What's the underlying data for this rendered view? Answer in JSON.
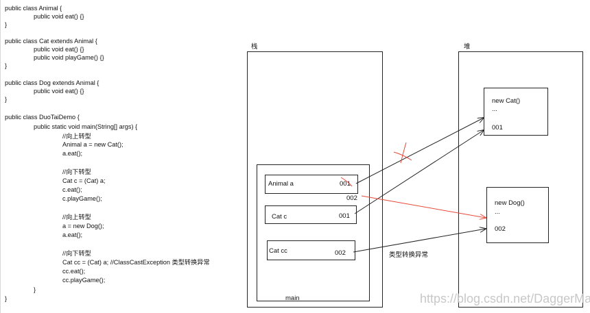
{
  "code": [
    {
      "text": "public class Animal {",
      "indent": 0
    },
    {
      "text": "public void eat() {}",
      "indent": 1
    },
    {
      "text": "}",
      "indent": 0
    },
    {
      "text": "",
      "indent": 0
    },
    {
      "text": "public class Cat extends Animal {",
      "indent": 0
    },
    {
      "text": "public void eat() {}",
      "indent": 1
    },
    {
      "text": "public void playGame() {}",
      "indent": 1
    },
    {
      "text": "}",
      "indent": 0
    },
    {
      "text": "",
      "indent": 0
    },
    {
      "text": "public class Dog extends Animal {",
      "indent": 0
    },
    {
      "text": "public void eat() {}",
      "indent": 1
    },
    {
      "text": "}",
      "indent": 0
    },
    {
      "text": "",
      "indent": 0
    },
    {
      "text": "public class DuoTaiDemo {",
      "indent": 0
    },
    {
      "text": "public static void main(String[] args) {",
      "indent": 1
    },
    {
      "text": "//向上转型",
      "indent": 2
    },
    {
      "text": "Animal a = new Cat();",
      "indent": 2
    },
    {
      "text": "a.eat();",
      "indent": 2
    },
    {
      "text": "",
      "indent": 0
    },
    {
      "text": "//向下转型",
      "indent": 2
    },
    {
      "text": "Cat c = (Cat) a;",
      "indent": 2
    },
    {
      "text": "c.eat();",
      "indent": 2
    },
    {
      "text": "c.playGame();",
      "indent": 2
    },
    {
      "text": "",
      "indent": 0
    },
    {
      "text": "//向上转型",
      "indent": 2
    },
    {
      "text": "a = new Dog();",
      "indent": 2
    },
    {
      "text": "a.eat();",
      "indent": 2
    },
    {
      "text": "",
      "indent": 0
    },
    {
      "text": "//向下转型",
      "indent": 2
    },
    {
      "text": "Cat cc = (Cat) a; //ClassCastException 类型转换异常",
      "indent": 2
    },
    {
      "text": "cc.eat();",
      "indent": 2
    },
    {
      "text": "cc.playGame();",
      "indent": 2
    },
    {
      "text": "}",
      "indent": 1
    },
    {
      "text": "}",
      "indent": 0
    }
  ],
  "stack": {
    "title": "栈",
    "frame_label": "main",
    "vars": [
      {
        "name": "Animal a",
        "ref": "001"
      },
      {
        "name": "Cat c",
        "ref": "001"
      },
      {
        "name": "Cat cc",
        "ref": "002"
      }
    ],
    "reassigned_ref": "002"
  },
  "heap": {
    "title": "堆",
    "objects": [
      {
        "title": "new Cat()",
        "dots": "...",
        "addr": "001"
      },
      {
        "title": "new Dog()",
        "dots": "...",
        "addr": "002"
      }
    ]
  },
  "exception_label": "类型转换异常",
  "watermark": "https://blog.csdn.net/DaggerMa",
  "colors": {
    "black_arrow": "#222222",
    "red_arrow": "#e8483a",
    "text": "#111111"
  }
}
